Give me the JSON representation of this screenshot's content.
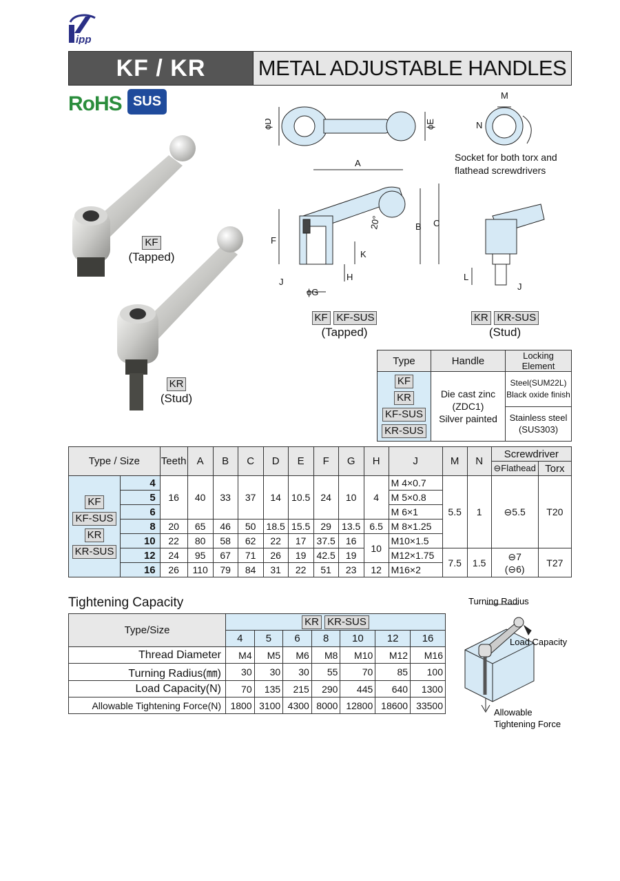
{
  "header": {
    "series": "KF / KR",
    "title": "METAL ADJUSTABLE HANDLES"
  },
  "badges": {
    "rohs": "RoHS",
    "sus": "SUS"
  },
  "photos": {
    "kf_tag": "KF",
    "kf_caption": "(Tapped)",
    "kr_tag": "KR",
    "kr_caption": "(Stud)"
  },
  "drawing": {
    "socket_note": "Socket for both torx and flathead screwdrivers",
    "dims": {
      "A": "A",
      "B": "B",
      "C": "C",
      "D": "ϕD",
      "E": "ϕE",
      "F": "F",
      "G": "ϕG",
      "H": "H",
      "J": "J",
      "K": "K",
      "L": "L",
      "M": "M",
      "N": "N",
      "angle": "20°"
    },
    "kf_tags": [
      "KF",
      "KF-SUS"
    ],
    "kf_caption": "(Tapped)",
    "kr_tags": [
      "KR",
      "KR-SUS"
    ],
    "kr_caption": "(Stud)"
  },
  "material_table": {
    "headers": [
      "Type",
      "Handle",
      "Locking Element"
    ],
    "types": [
      "KF",
      "KR",
      "KF-SUS",
      "KR-SUS"
    ],
    "handle": [
      "Die cast zinc",
      "(ZDC1)",
      "Silver painted"
    ],
    "steel": [
      "Steel(SUM22L)",
      "Black oxide finish"
    ],
    "stainless": [
      "Stainless steel",
      "(SUS303)"
    ]
  },
  "spec_table": {
    "headers": [
      "Type / Size",
      "Teeth",
      "A",
      "B",
      "C",
      "D",
      "E",
      "F",
      "G",
      "H",
      "J",
      "M",
      "N",
      "Screwdriver"
    ],
    "screwdriver_sub": [
      "⊖Flathead",
      "Torx"
    ],
    "types": [
      "KF",
      "KF-SUS",
      "KR",
      "KR-SUS"
    ],
    "rows": [
      {
        "size": "4",
        "J": "M  4×0.7"
      },
      {
        "size": "5",
        "J": "M  5×0.8"
      },
      {
        "size": "6",
        "J": "M  6×1"
      },
      {
        "size": "8",
        "teeth": "20",
        "A": "65",
        "B": "46",
        "C": "50",
        "D": "18.5",
        "E": "15.5",
        "F": "29",
        "G": "13.5",
        "H": "6.5",
        "J": "M  8×1.25"
      },
      {
        "size": "10",
        "teeth": "22",
        "A": "80",
        "B": "58",
        "C": "62",
        "D": "22",
        "E": "17",
        "F": "37.5",
        "G": "16",
        "J": "M10×1.5"
      },
      {
        "size": "12",
        "teeth": "24",
        "A": "95",
        "B": "67",
        "C": "71",
        "D": "26",
        "E": "19",
        "F": "42.5",
        "G": "19",
        "J": "M12×1.75"
      },
      {
        "size": "16",
        "teeth": "26",
        "A": "110",
        "B": "79",
        "C": "84",
        "D": "31",
        "E": "22",
        "F": "51",
        "G": "23",
        "H": "12",
        "J": "M16×2"
      }
    ],
    "group1": {
      "teeth": "16",
      "A": "40",
      "B": "33",
      "C": "37",
      "D": "14",
      "E": "10.5",
      "F": "24",
      "G": "10",
      "H": "4"
    },
    "h_10_12": "10",
    "m_small": "5.5",
    "n_small": "1",
    "flat_small": "⊖5.5",
    "torx_small": "T20",
    "m_large": "7.5",
    "n_large": "1.5",
    "flat_large": "⊖7",
    "flat_large_alt": "(⊖6)",
    "torx_large": "T27"
  },
  "tightening": {
    "title": "Tightening Capacity",
    "type_size": "Type/Size",
    "tags": [
      "KR",
      "KR-SUS"
    ],
    "sizes": [
      "4",
      "5",
      "6",
      "8",
      "10",
      "12",
      "16"
    ],
    "rows": [
      {
        "label": "Thread Diameter",
        "values": [
          "M4",
          "M5",
          "M6",
          "M8",
          "M10",
          "M12",
          "M16"
        ]
      },
      {
        "label": "Turning Radius(㎜)",
        "values": [
          "30",
          "30",
          "30",
          "55",
          "70",
          "85",
          "100"
        ]
      },
      {
        "label": "Load Capacity(N)",
        "values": [
          "70",
          "135",
          "215",
          "290",
          "445",
          "640",
          "1300"
        ]
      },
      {
        "label": "Allowable Tightening Force(N)",
        "values": [
          "1800",
          "3100",
          "4300",
          "8000",
          "12800",
          "18600",
          "33500"
        ]
      }
    ],
    "diagram": {
      "turning_radius": "Turning Radius",
      "load_capacity": "Load Capacity",
      "allowable": "Allowable",
      "tightening_force": "Tightening Force"
    }
  }
}
